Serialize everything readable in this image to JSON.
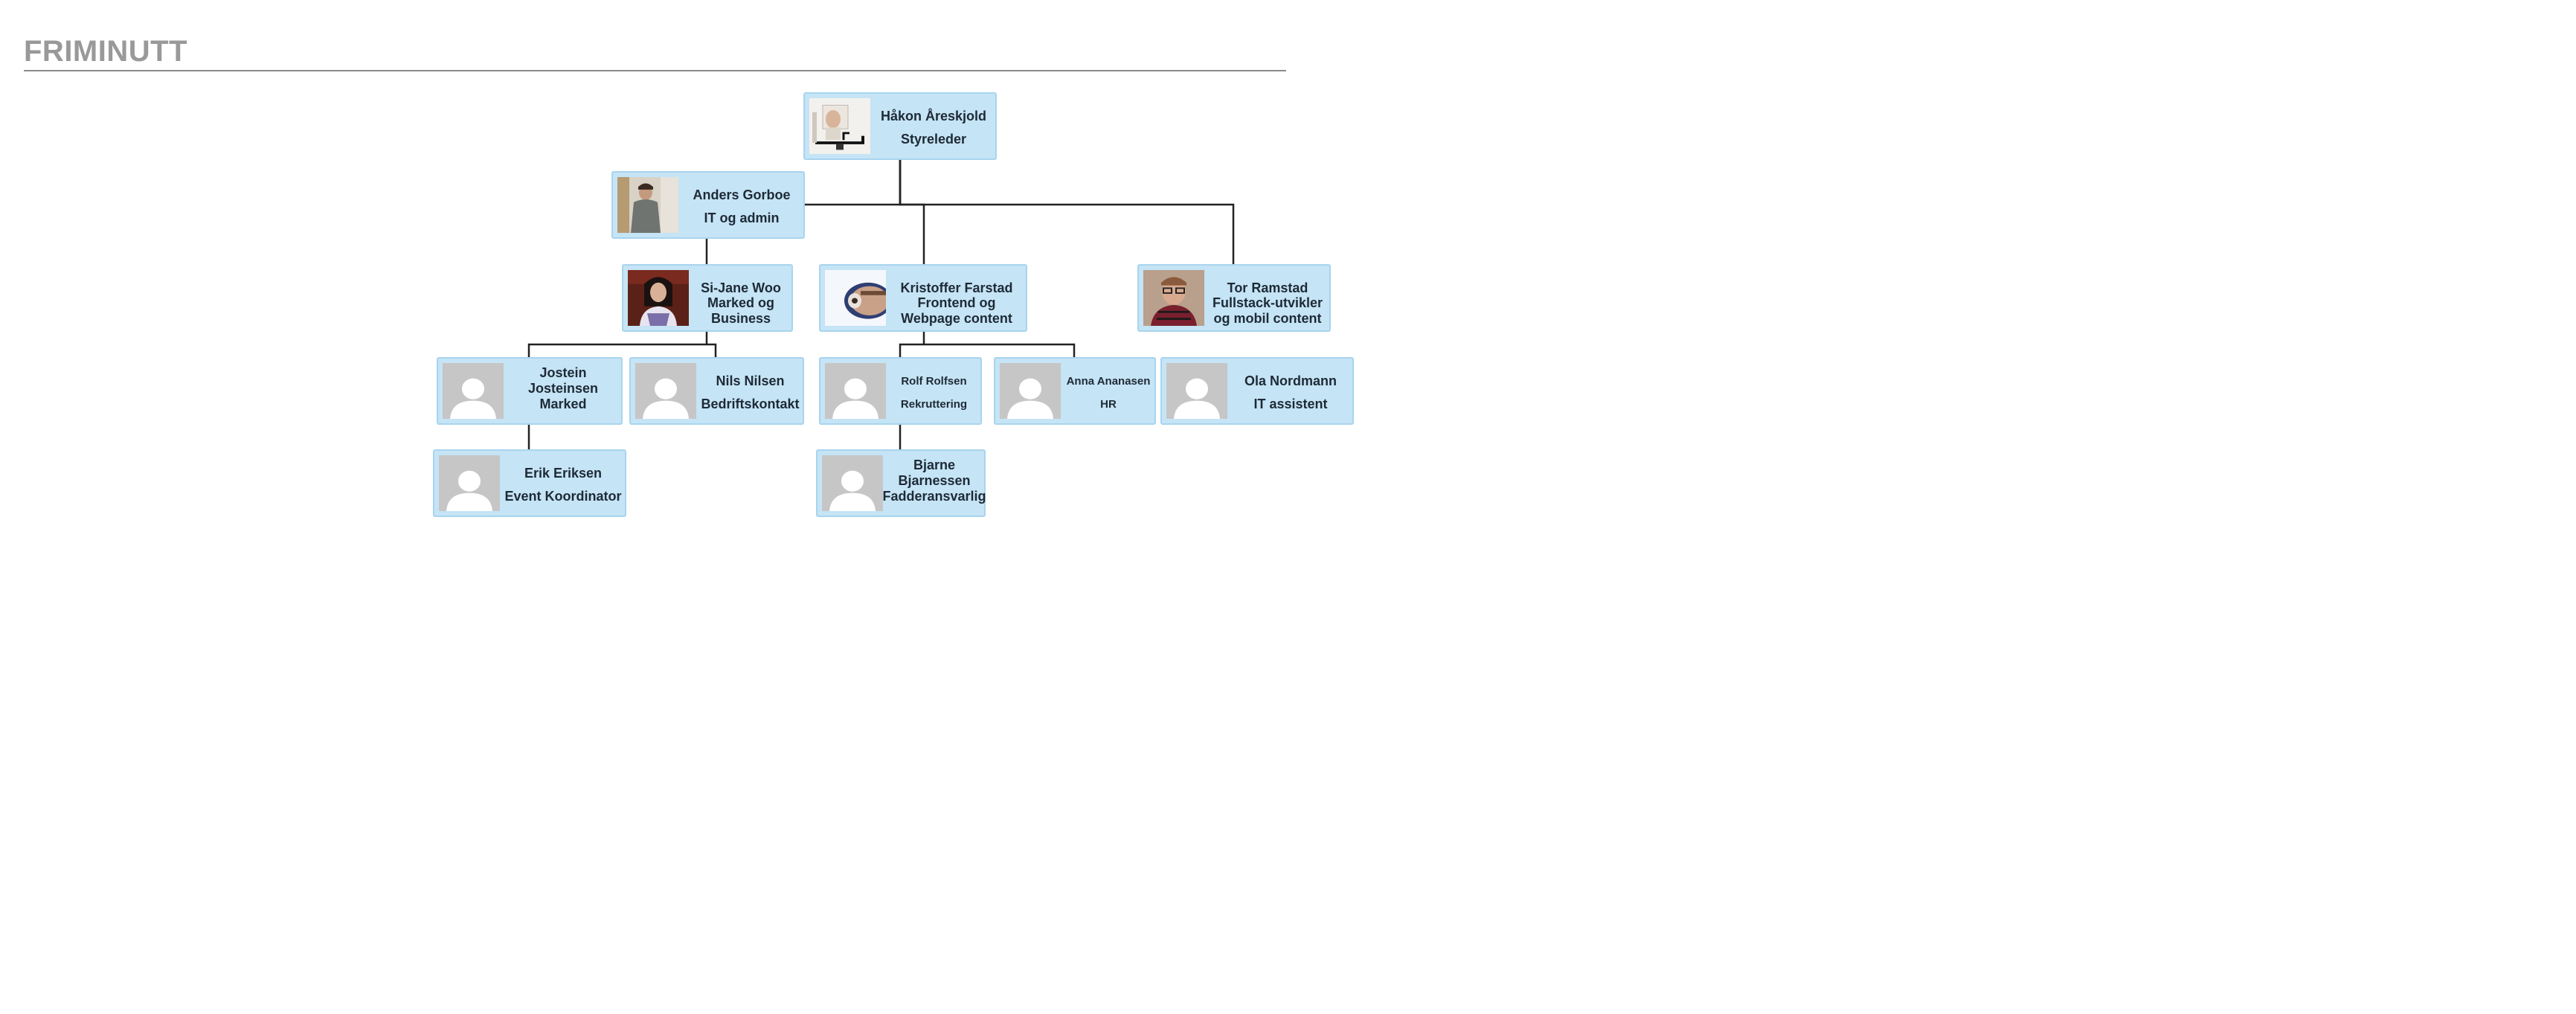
{
  "header": {
    "title": "FRIMINUTT"
  },
  "org": {
    "hakon": {
      "name": "Håkon Åreskjold",
      "role": "Styreleder"
    },
    "anders": {
      "name": "Anders Gorboe",
      "role": "IT og admin"
    },
    "sijane": {
      "name": "Si-Jane Woo",
      "role": "Marked og Business"
    },
    "kristoffer": {
      "name": "Kristoffer Farstad",
      "role": "Frontend og Webpage content"
    },
    "tor": {
      "name": "Tor Ramstad",
      "role": "Fullstack-utvikler og mobil content"
    },
    "jostein": {
      "name": "Jostein Josteinsen",
      "role": "Marked"
    },
    "nils": {
      "name": "Nils Nilsen",
      "role": "Bedriftskontakt"
    },
    "rolf": {
      "name": "Rolf Rolfsen",
      "role": "Rekruttering"
    },
    "anna": {
      "name": "Anna Ananasen",
      "role": "HR"
    },
    "ola": {
      "name": "Ola Nordmann",
      "role": "IT assistent"
    },
    "erik": {
      "name": "Erik Eriksen",
      "role": "Event Koordinator"
    },
    "bjarne": {
      "name": "Bjarne Bjarnessen",
      "role": "Fadderansvarlig"
    }
  },
  "colors": {
    "node_fill": "#c5e4f5",
    "node_border": "#a8d4ee",
    "title": "#999999",
    "line": "#222222"
  }
}
